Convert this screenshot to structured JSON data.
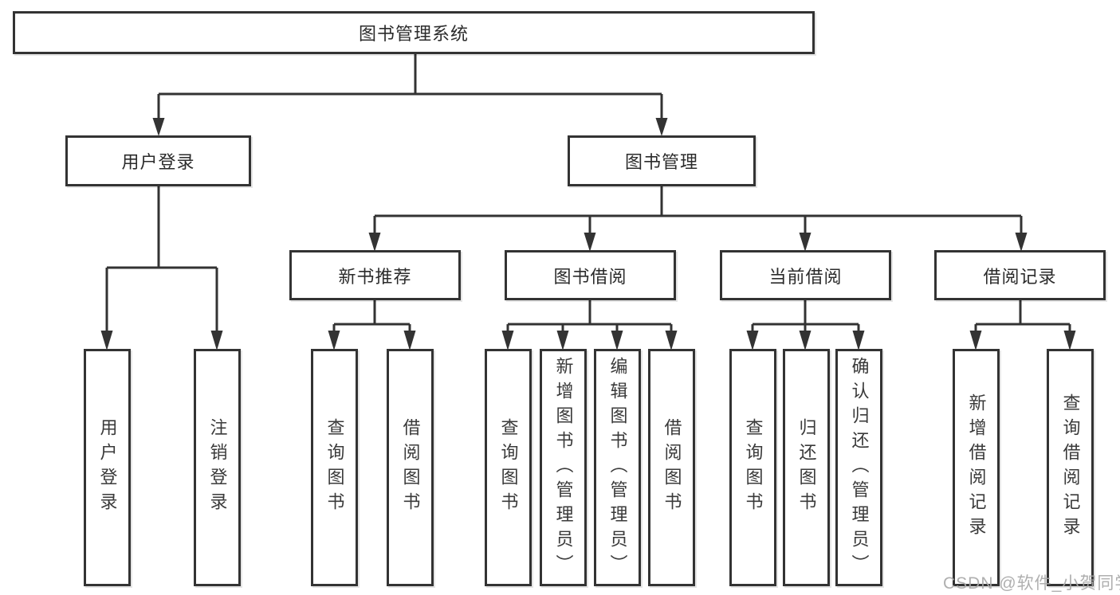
{
  "diagram": {
    "root": {
      "label": "图书管理系统"
    },
    "level2": [
      {
        "label": "用户登录"
      },
      {
        "label": "图书管理"
      }
    ],
    "level3": [
      {
        "label": "新书推荐"
      },
      {
        "label": "图书借阅"
      },
      {
        "label": "当前借阅"
      },
      {
        "label": "借阅记录"
      }
    ],
    "leaves": [
      {
        "label": "用户登录"
      },
      {
        "label": "注销登录"
      },
      {
        "label": "查询图书"
      },
      {
        "label": "借阅图书"
      },
      {
        "label": "查询图书"
      },
      {
        "label": "新增图书（管理员）"
      },
      {
        "label": "编辑图书（管理员）"
      },
      {
        "label": "借阅图书"
      },
      {
        "label": "查询图书"
      },
      {
        "label": "归还图书"
      },
      {
        "label": "确认归还（管理员）"
      },
      {
        "label": "新增借阅记录"
      },
      {
        "label": "查询借阅记录"
      }
    ],
    "colors": {
      "line": "#333333",
      "text": "#2b2b2b",
      "background": "#ffffff",
      "watermark": "#a8a8a8"
    },
    "watermark": "CSDN @软件_小贺同学"
  }
}
